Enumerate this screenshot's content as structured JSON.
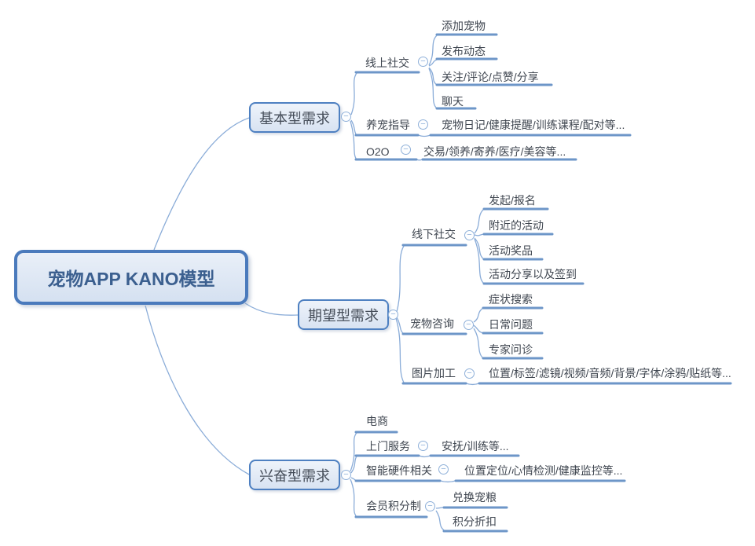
{
  "root": {
    "label": "宠物APP KANO模型"
  },
  "branches": [
    {
      "label": "基本型需求",
      "children": [
        {
          "label": "线上社交",
          "children": [
            {
              "label": "添加宠物"
            },
            {
              "label": "发布动态"
            },
            {
              "label": "关注/评论/点赞/分享"
            },
            {
              "label": "聊天"
            }
          ]
        },
        {
          "label": "养宠指导",
          "children": [
            {
              "label": "宠物日记/健康提醒/训练课程/配对等..."
            }
          ]
        },
        {
          "label": "O2O",
          "children": [
            {
              "label": "交易/领养/寄养/医疗/美容等..."
            }
          ]
        }
      ]
    },
    {
      "label": "期望型需求",
      "children": [
        {
          "label": "线下社交",
          "children": [
            {
              "label": "发起/报名"
            },
            {
              "label": "附近的活动"
            },
            {
              "label": "活动奖品"
            },
            {
              "label": "活动分享以及签到"
            }
          ]
        },
        {
          "label": "宠物咨询",
          "children": [
            {
              "label": "症状搜索"
            },
            {
              "label": "日常问题"
            },
            {
              "label": "专家问诊"
            }
          ]
        },
        {
          "label": "图片加工",
          "children": [
            {
              "label": "位置/标签/滤镜/视频/音频/背景/字体/涂鸦/贴纸等..."
            }
          ]
        }
      ]
    },
    {
      "label": "兴奋型需求",
      "children": [
        {
          "label": "电商",
          "children": []
        },
        {
          "label": "上门服务",
          "children": [
            {
              "label": "安抚/训练等..."
            }
          ]
        },
        {
          "label": "智能硬件相关",
          "children": [
            {
              "label": "位置定位/心情检测/健康监控等..."
            }
          ]
        },
        {
          "label": "会员积分制",
          "children": [
            {
              "label": "兑换宠粮"
            },
            {
              "label": "积分折扣"
            }
          ]
        }
      ]
    }
  ],
  "icons": {
    "collapse_glyph": "−"
  },
  "colors": {
    "node_border": "#4a7abc",
    "node_fill": "#dfe8f4",
    "topic_line": "#6d96c8",
    "connector": "#8aacd8",
    "root_text": "#3b5f8f",
    "topic_text": "#3f4650",
    "collapse_icon": "#8fb0d9"
  }
}
